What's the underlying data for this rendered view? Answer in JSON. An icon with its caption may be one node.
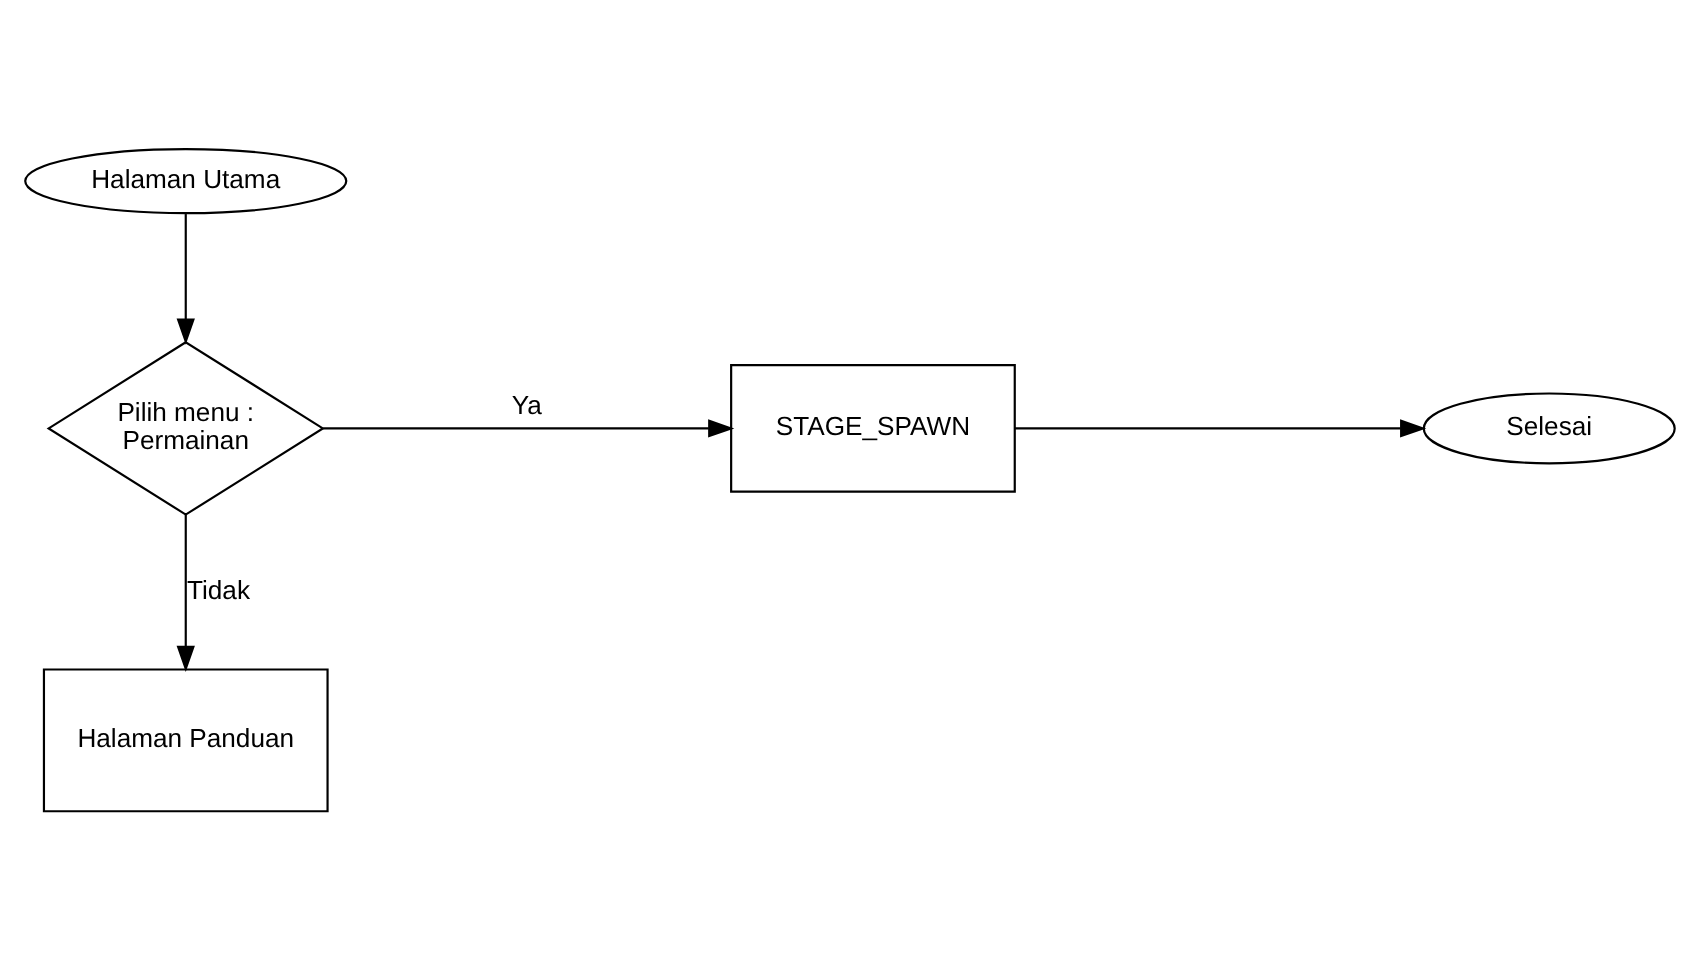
{
  "diagram": {
    "nodes": [
      {
        "text": [
          "Halaman Utama"
        ]
      },
      {
        "text": [
          "Pilih menu : Permainan"
        ]
      },
      {
        "text": [
          "STAGE_SPAWN"
        ]
      },
      {
        "text": [
          "Selesai"
        ]
      },
      {
        "text": [
          "Halaman Panduan"
        ]
      }
    ],
    "edges": [
      {
        "from": 0,
        "to": 1,
        "arrow": "to"
      },
      {
        "from": 1,
        "to": 2,
        "arrow": "to",
        "label": "Ya"
      },
      {
        "from": 2,
        "to": 3,
        "arrow": "to"
      },
      {
        "from": 1,
        "to": 4,
        "arrow": "to",
        "label": "Tidak"
      }
    ]
  }
}
